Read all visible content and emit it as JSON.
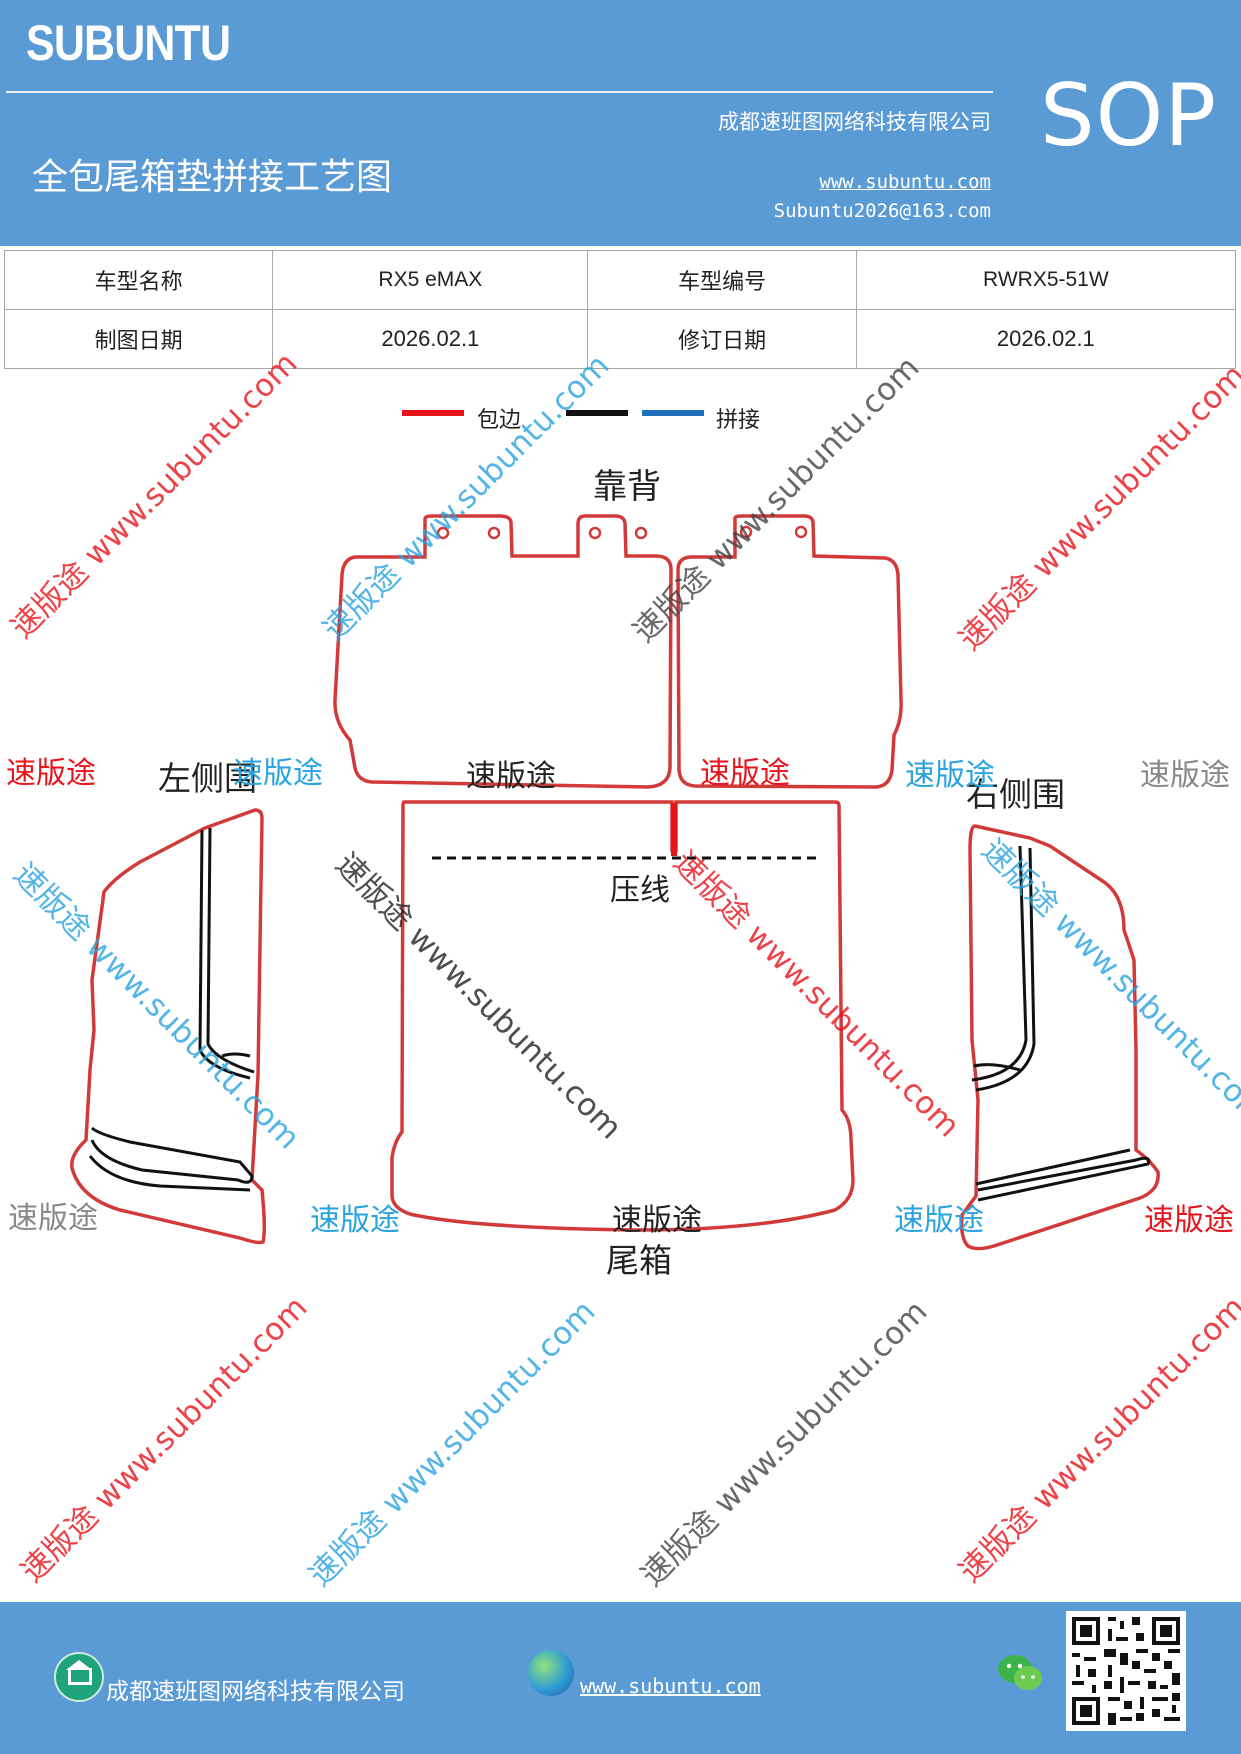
{
  "header": {
    "brand": "SUBUNTU",
    "doc_type": "SOP",
    "title": "全包尾箱垫拼接工艺图",
    "company": "成都速班图网络科技有限公司",
    "website": "www.subuntu.com",
    "email": "Subuntu2026@163.com"
  },
  "info_table": {
    "model_name_label": "车型名称",
    "model_name": "RX5 eMAX",
    "model_code_label": "车型编号",
    "model_code": "RWRX5-51W",
    "draw_date_label": "制图日期",
    "draw_date": "2026.02.1",
    "revise_date_label": "修订日期",
    "revise_date": "2026.02.1"
  },
  "legend": {
    "items": [
      {
        "label": "包边",
        "color": "#e8141c"
      },
      {
        "label": "",
        "color": "#111111"
      },
      {
        "label": "拼接",
        "color": "#1f6fbf"
      }
    ]
  },
  "diagram": {
    "label_backrest": "靠背",
    "label_left_side": "左侧围",
    "label_right_side": "右侧围",
    "label_press_line": "压线",
    "label_trunk": "尾箱",
    "edge_color": "#d23a3a",
    "seam_color": "#111111"
  },
  "watermarks": {
    "short": "速版途",
    "long": "速版途 www.subuntu.com"
  },
  "footer": {
    "company": "成都速班图网络科技有限公司",
    "website": "www.subuntu.com"
  }
}
